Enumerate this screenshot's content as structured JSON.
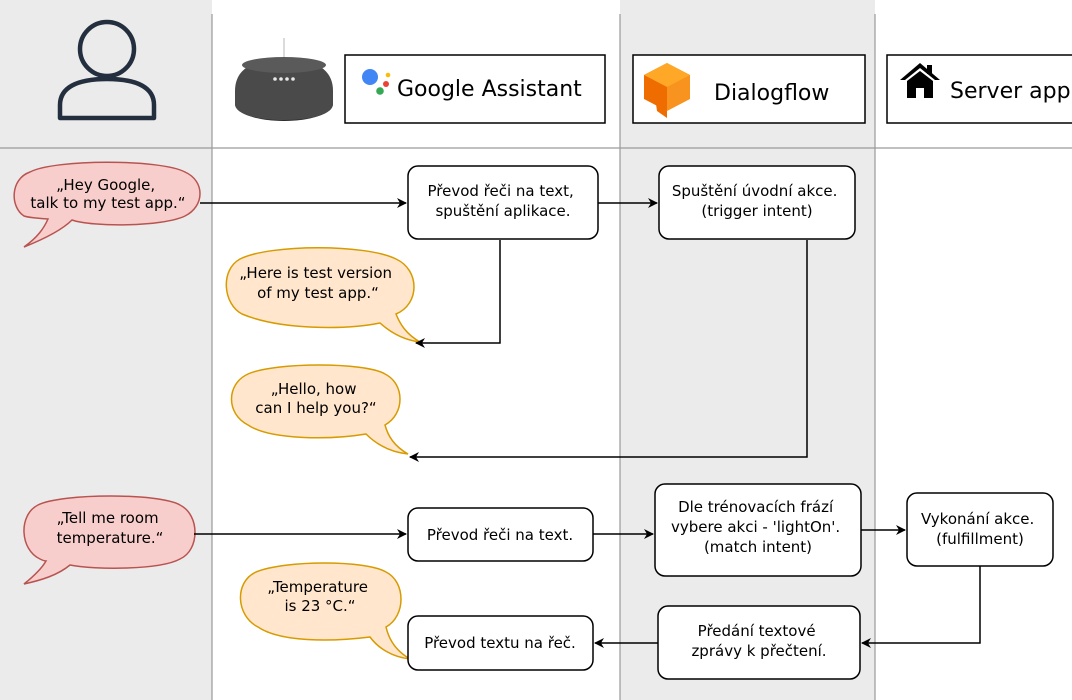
{
  "lanes": {
    "assistant": "Google Assistant",
    "dialogflow": "Dialogflow",
    "server": "Server app"
  },
  "bubbles": {
    "user_hey": [
      "„Hey Google,",
      "talk to my test app.“"
    ],
    "reply_test_version": [
      "„Here is test version",
      "of my test app.“"
    ],
    "reply_hello": [
      "„Hello, how",
      "can I help you?“"
    ],
    "user_temp": [
      "„Tell me room",
      "temperature.“"
    ],
    "reply_temp": [
      "„Temperature",
      "is 23 °C.“"
    ]
  },
  "boxes": {
    "stt_launch": [
      "Převod řeči na text,",
      "spuštění aplikace."
    ],
    "welcome_intent": [
      "Spuštění úvodní akce.",
      "(trigger intent)"
    ],
    "stt": [
      "Převod řeči na text."
    ],
    "match_intent": [
      "Dle trénovacích frází",
      "vybere akci - 'lightOn'.",
      "(match intent)"
    ],
    "fulfillment": [
      "Vykonání akce.",
      "(fulfillment)"
    ],
    "pass_text": [
      "Předání textové",
      "zprávy k přečtení."
    ],
    "tts": [
      "Převod textu na řeč."
    ]
  },
  "colors": {
    "user_bubble_fill": "#f8cecc",
    "user_bubble_stroke": "#b85450",
    "reply_bubble_fill": "#ffe6cc",
    "reply_bubble_stroke": "#d79b00",
    "lane_gray": "#ebebeb",
    "dialogflow_orange": "#f7931e"
  }
}
